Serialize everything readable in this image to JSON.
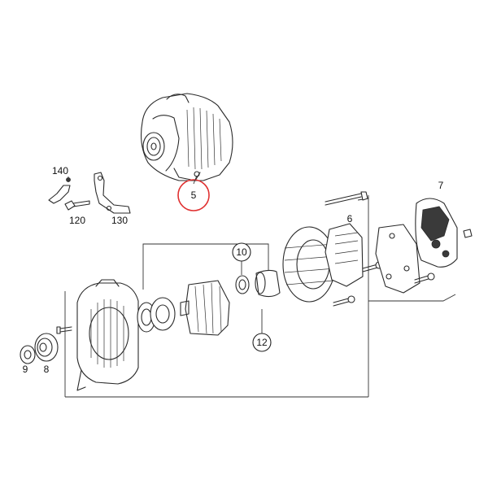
{
  "callouts": {
    "c5": "5",
    "c6": "6",
    "c7": "7",
    "c8": "8",
    "c9": "9",
    "c10": "10",
    "c12": "12",
    "c120": "120",
    "c130": "130",
    "c140": "140"
  },
  "highlight_color": "#e03030"
}
